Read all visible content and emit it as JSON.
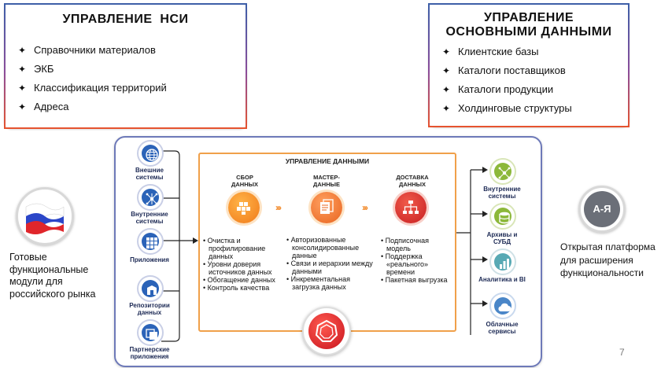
{
  "left_box": {
    "title": "УПРАВЛЕНИЕ  НСИ",
    "items": [
      "Справочники материалов",
      "ЭКБ",
      "Классификация территорий",
      "Адреса"
    ]
  },
  "right_box": {
    "title_line1": "УПРАВЛЕНИЕ",
    "title_line2": "ОСНОВНЫМИ ДАННЫМИ",
    "items": [
      "Клиентские базы",
      "Каталоги поставщиков",
      "Каталоги продукции",
      "Холдинговые структуры"
    ]
  },
  "bullet_glyph": "✦",
  "sources": [
    {
      "label1": "Внешние",
      "label2": "системы",
      "icon": "globe-icon"
    },
    {
      "label1": "Внутренние",
      "label2": "системы",
      "icon": "network-icon"
    },
    {
      "label1": "Приложения",
      "label2": "",
      "icon": "apps-grid-icon"
    },
    {
      "label1": "Репозитории",
      "label2": "данных",
      "icon": "repository-icon"
    },
    {
      "label1": "Партнерские",
      "label2": "приложения",
      "icon": "partner-apps-icon"
    }
  ],
  "targets": [
    {
      "label1": "Внутренние",
      "label2": "системы",
      "icon": "network-icon"
    },
    {
      "label1": "Архивы и",
      "label2": "СУБД",
      "icon": "database-icon"
    },
    {
      "label1": "Аналитика и BI",
      "label2": "",
      "icon": "analytics-icon"
    },
    {
      "label1": "Облачные",
      "label2": "сервисы",
      "icon": "cloud-icon"
    }
  ],
  "data_management": {
    "title": "УПРАВЛЕНИЕ ДАННЫМИ",
    "chevrons": "›››",
    "columns": [
      {
        "title1": "СБОР",
        "title2": "ДАННЫХ",
        "icon": "data-collection-icon",
        "bullets": [
          "Очистка и профилирование данных",
          "Уровни доверия источников данных",
          "Обогащение данных",
          "Контроль качества"
        ]
      },
      {
        "title1": "МАСТЕР-",
        "title2": "ДАННЫЕ",
        "icon": "master-data-icon",
        "bullets": [
          "Авторизованные консолидированные данные",
          "Связи и иерархии между данными",
          "Инкрементальная загрузка данных"
        ]
      },
      {
        "title1": "ДОСТАВКА",
        "title2": "ДАННЫХ",
        "icon": "hierarchy-icon",
        "bullets": [
          "Подписочная модель",
          "Поддержка «реального» времени",
          "Пакетная выгрузка"
        ]
      }
    ]
  },
  "left_caption": {
    "lines": [
      "Готовые",
      "функциональные",
      "модули для",
      "российского рынка"
    ]
  },
  "right_badge": {
    "text": "А-Я"
  },
  "right_caption": {
    "lines": [
      "Открытая платформа",
      "для расширения",
      "функциональности"
    ]
  },
  "page_number": "7",
  "colors": {
    "orange": "#f28a2a",
    "red": "#d8322a",
    "blue_border": "#6d79b8",
    "navy": "#1d2a55"
  }
}
